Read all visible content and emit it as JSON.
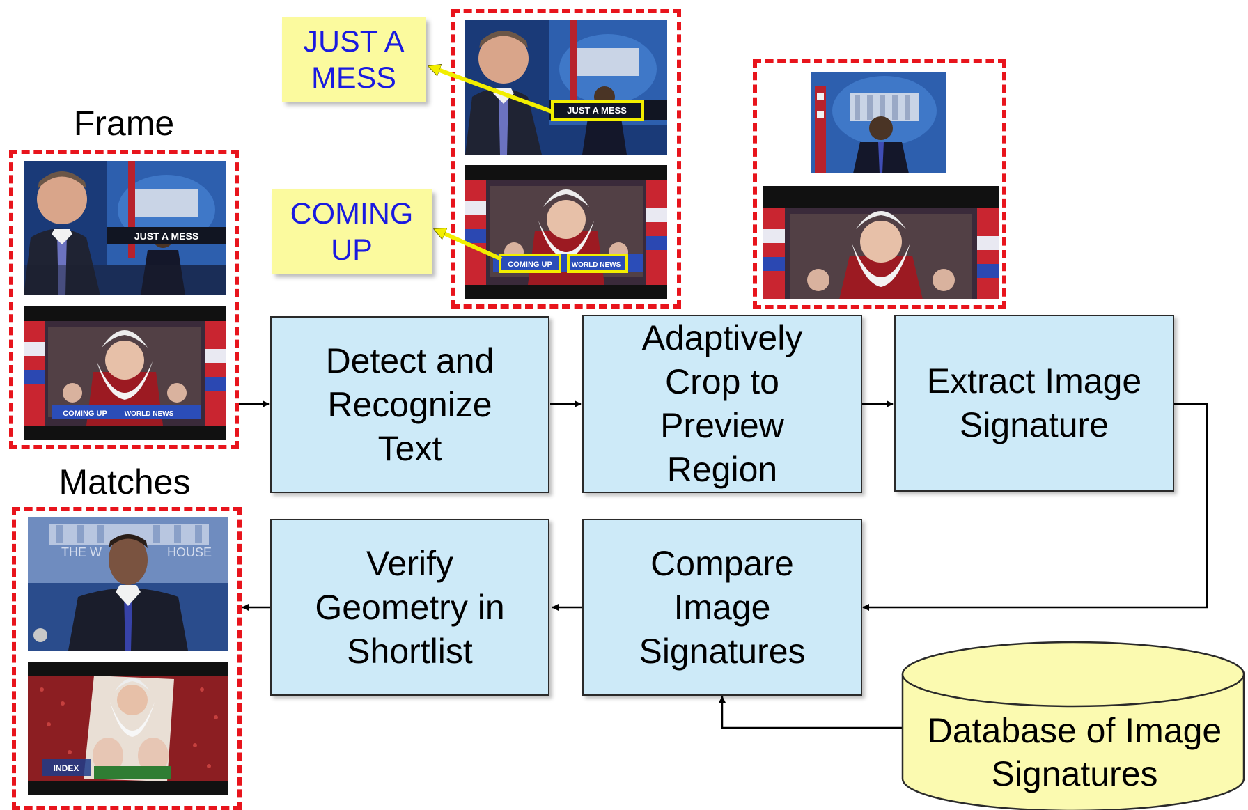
{
  "labels": {
    "frame": "Frame",
    "matches": "Matches"
  },
  "callouts": {
    "just_a_mess": "JUST A\nMESS",
    "coming_up": "COMING\nUP"
  },
  "steps": {
    "detect": "Detect and\nRecognize\nText",
    "crop": "Adaptively\nCrop to\nPreview\nRegion",
    "extract": "Extract Image\nSignature",
    "compare": "Compare\nImage\nSignatures",
    "verify": "Verify\nGeometry in\nShortlist"
  },
  "database": "Database of Image\nSignatures",
  "frame_captions": {
    "news_banner": "JUST A MESS",
    "coming_up": "COMING UP",
    "world_news": "WORLD NEWS",
    "index": "INDEX"
  },
  "colors": {
    "process_fill": "#cdeaf8",
    "callout_fill": "#fbfa9e",
    "callout_text": "#1a1ae0",
    "dashed_border": "#e8141c",
    "highlight_box": "#f2ee00",
    "database_fill": "#fbfab0"
  }
}
